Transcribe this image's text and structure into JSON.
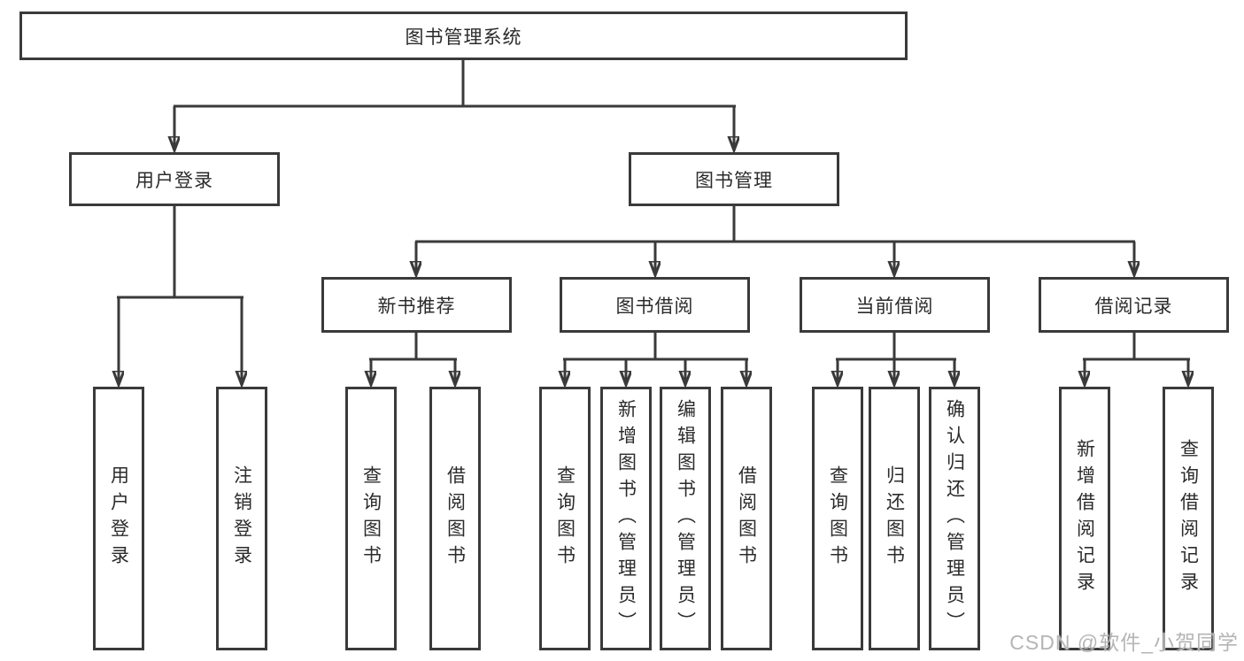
{
  "colors": {
    "line": "#3a3a3a",
    "text": "#2b2b2b",
    "background": "#ffffff",
    "watermark_color": "#b5b5b5"
  },
  "tree": {
    "root": {
      "label": "图书管理系统"
    },
    "level1": [
      {
        "label": "用户登录"
      },
      {
        "label": "图书管理"
      }
    ],
    "level2": [
      {
        "label": "新书推荐"
      },
      {
        "label": "图书借阅"
      },
      {
        "label": "当前借阅"
      },
      {
        "label": "借阅记录"
      }
    ],
    "leaves": {
      "user_login": [
        {
          "label": "用户登录"
        },
        {
          "label": "注销登录"
        }
      ],
      "new_book_recommend": [
        {
          "label": "查询图书"
        },
        {
          "label": "借阅图书"
        }
      ],
      "book_borrow": [
        {
          "label": "查询图书"
        },
        {
          "label": "新增图书（管理员）"
        },
        {
          "label": "编辑图书（管理员）"
        },
        {
          "label": "借阅图书"
        }
      ],
      "current_borrow": [
        {
          "label": "查询图书"
        },
        {
          "label": "归还图书"
        },
        {
          "label": "确认归还（管理员）"
        }
      ],
      "borrow_records": [
        {
          "label": "新增借阅记录"
        },
        {
          "label": "查询借阅记录"
        }
      ]
    }
  },
  "watermark": {
    "label": "CSDN @软件_小贺同学"
  }
}
